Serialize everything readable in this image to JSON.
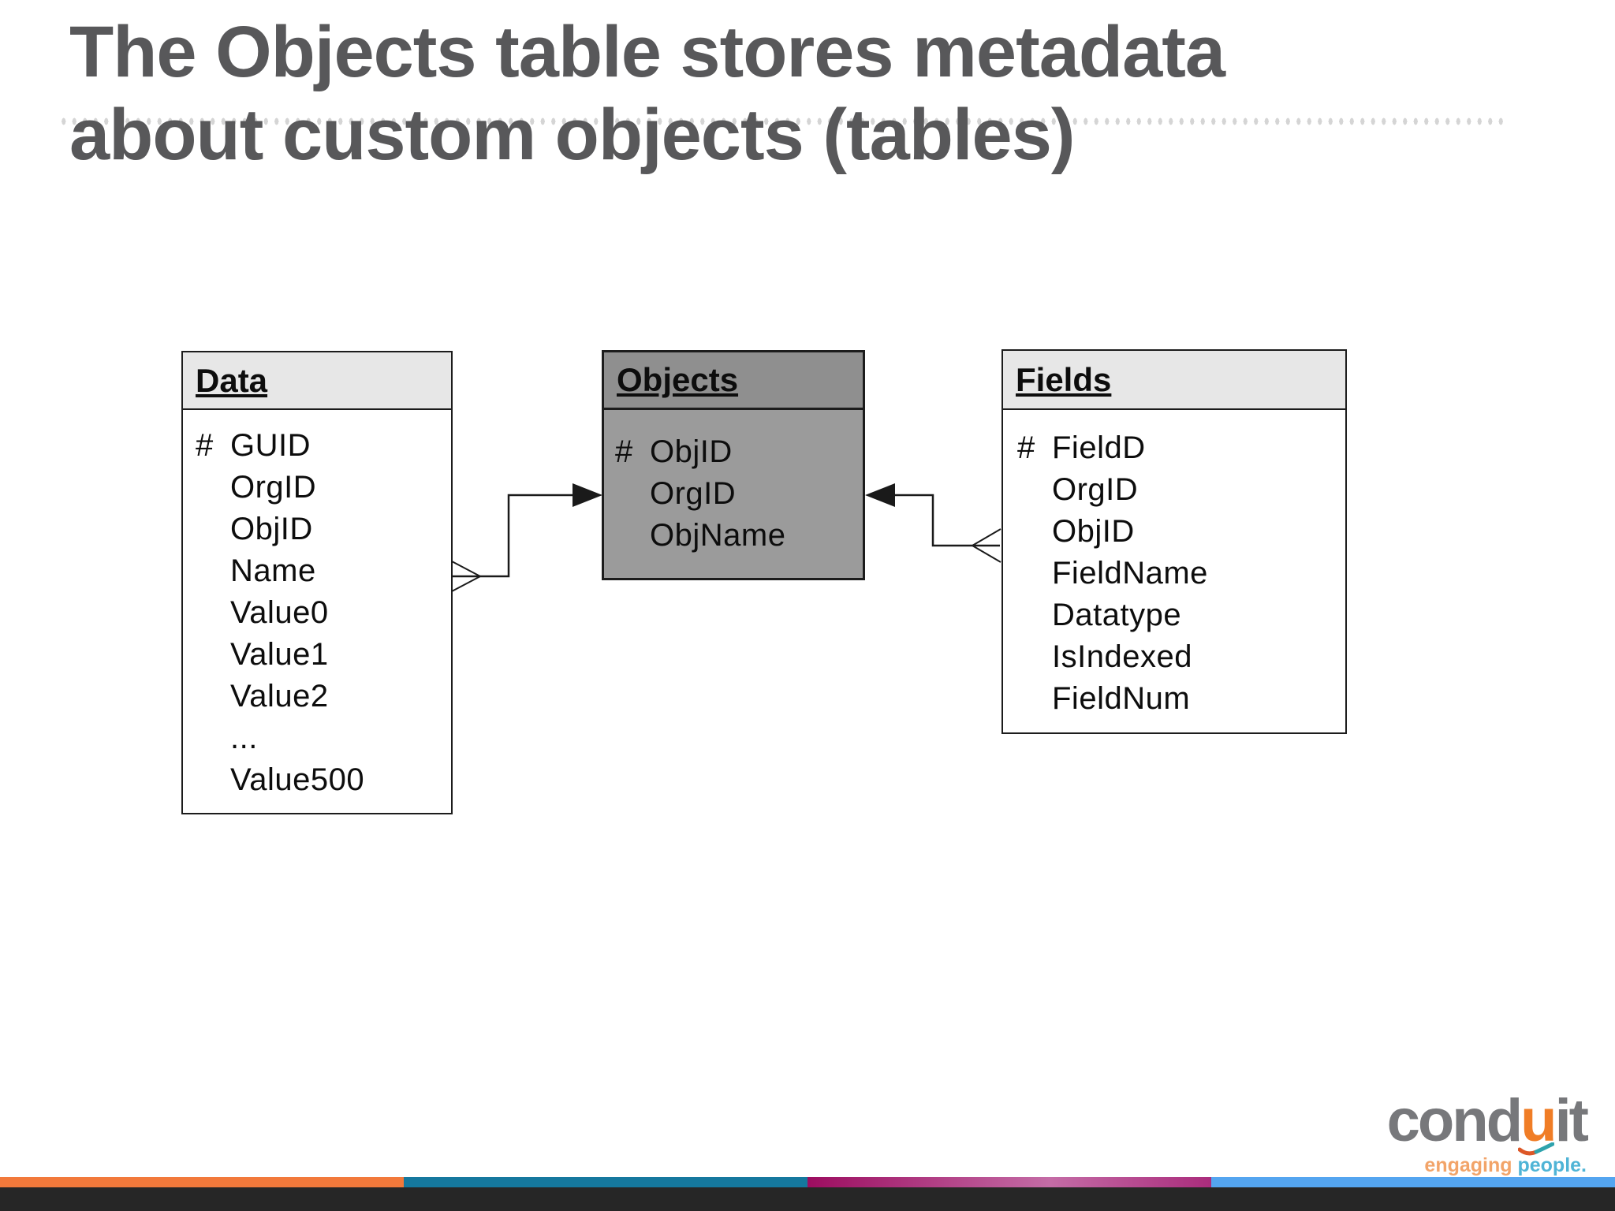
{
  "title": {
    "line1": "The Objects table stores metadata",
    "line2": "about custom objects (tables)"
  },
  "tables": {
    "data": {
      "title": "Data",
      "rows": [
        {
          "pk": "#",
          "label": "GUID"
        },
        {
          "pk": "",
          "label": "OrgID"
        },
        {
          "pk": "",
          "label": "ObjID"
        },
        {
          "pk": "",
          "label": "Name"
        },
        {
          "pk": "",
          "label": "Value0"
        },
        {
          "pk": "",
          "label": "Value1"
        },
        {
          "pk": "",
          "label": "Value2"
        },
        {
          "pk": "",
          "label": "..."
        },
        {
          "pk": "",
          "label": "Value500"
        }
      ]
    },
    "objects": {
      "title": "Objects",
      "rows": [
        {
          "pk": "#",
          "label": "ObjID"
        },
        {
          "pk": "",
          "label": "OrgID"
        },
        {
          "pk": "",
          "label": "ObjName"
        }
      ]
    },
    "fields": {
      "title": "Fields",
      "rows": [
        {
          "pk": "#",
          "label": "FieldD"
        },
        {
          "pk": "",
          "label": "OrgID"
        },
        {
          "pk": "",
          "label": "ObjID"
        },
        {
          "pk": "",
          "label": "FieldName"
        },
        {
          "pk": "",
          "label": "Datatype"
        },
        {
          "pk": "",
          "label": "IsIndexed"
        },
        {
          "pk": "",
          "label": "FieldNum"
        }
      ]
    }
  },
  "relationships": [
    {
      "from": "Data",
      "to": "Objects",
      "from_marker": "crow-foot-many",
      "to_marker": "solid-arrow"
    },
    {
      "from": "Fields",
      "to": "Objects",
      "from_marker": "crow-foot-many",
      "to_marker": "solid-arrow"
    }
  ],
  "logo": {
    "brand_prefix": "cond",
    "brand_accent": "u",
    "brand_suffix": "it",
    "tagline_part1": "engaging ",
    "tagline_part2": "people."
  },
  "colors": {
    "title_gray": "#58585a",
    "objects_fill": "#9b9b9b",
    "objects_header_fill": "#8f8f8f",
    "light_header_fill": "#e7e7e7",
    "brand_gray": "#77787b",
    "brand_orange": "#f07d26",
    "tagline_orange": "#f2a469",
    "tagline_teal": "#4fb4d6",
    "stripe_orange": "#f2793b",
    "stripe_petrol": "#15789e",
    "stripe_magenta": "#9c0d60",
    "stripe_blue": "#54a5f0",
    "footer_bar": "#262626"
  }
}
